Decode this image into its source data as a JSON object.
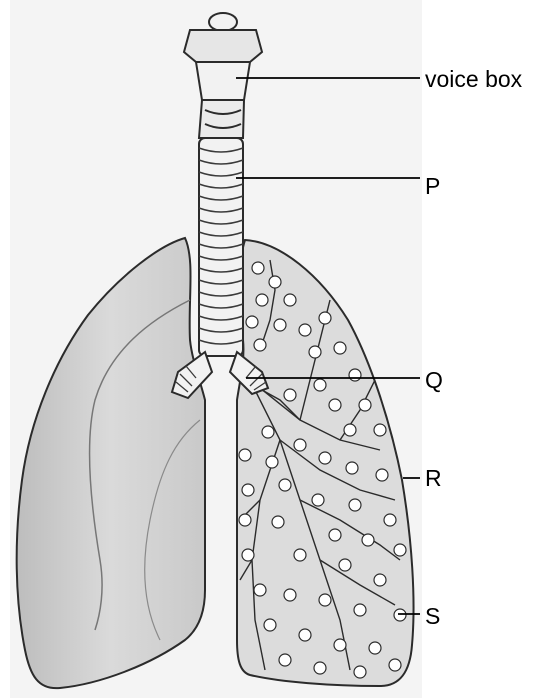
{
  "labels": {
    "voice_box": "voice box",
    "p": "P",
    "q": "Q",
    "r": "R",
    "s": "S"
  },
  "colors": {
    "page_background": "#ffffff",
    "scan_background": "#f3f3f3",
    "left_lung_fill": "#d9d9d9",
    "right_lung_fill": "#dcdcdc",
    "airway_fill": "#f2f2f2",
    "outline": "#2b2b2b",
    "leader_line": "#000000"
  }
}
